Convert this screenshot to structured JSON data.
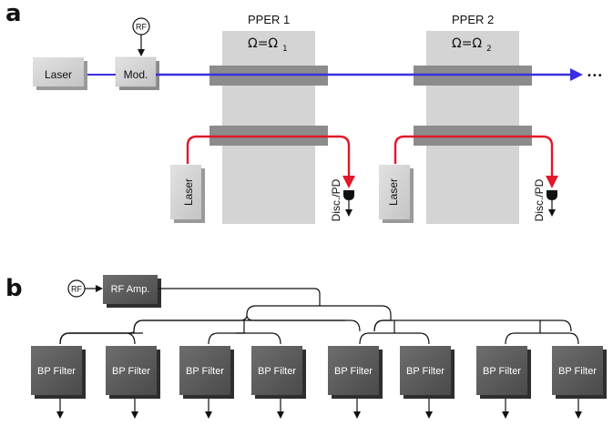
{
  "panel_a": {
    "letter": "a",
    "laser_label": "Laser",
    "modulator_label": "Mod.",
    "rf_label": "RF",
    "ellipsis": "•••",
    "pper": [
      {
        "title": "PPER 1",
        "omega": "Ω=Ω",
        "omega_sub": "1",
        "laser_label": "Laser",
        "detector_label": "Disc./PD"
      },
      {
        "title": "PPER 2",
        "omega": "Ω=Ω",
        "omega_sub": "2",
        "laser_label": "Laser",
        "detector_label": "Disc./PD"
      }
    ],
    "colors": {
      "signal_beam": "#3a2ee0",
      "probe_beam": "#e0182a"
    }
  },
  "panel_b": {
    "letter": "b",
    "rf_label": "RF",
    "amp_label": "RF Amp.",
    "filters": [
      {
        "label": "BP Filter"
      },
      {
        "label": "BP Filter"
      },
      {
        "label": "BP Filter"
      },
      {
        "label": "BP Filter"
      },
      {
        "label": "BP Filter"
      },
      {
        "label": "BP Filter"
      },
      {
        "label": "BP Filter"
      },
      {
        "label": "BP Filter"
      }
    ]
  }
}
